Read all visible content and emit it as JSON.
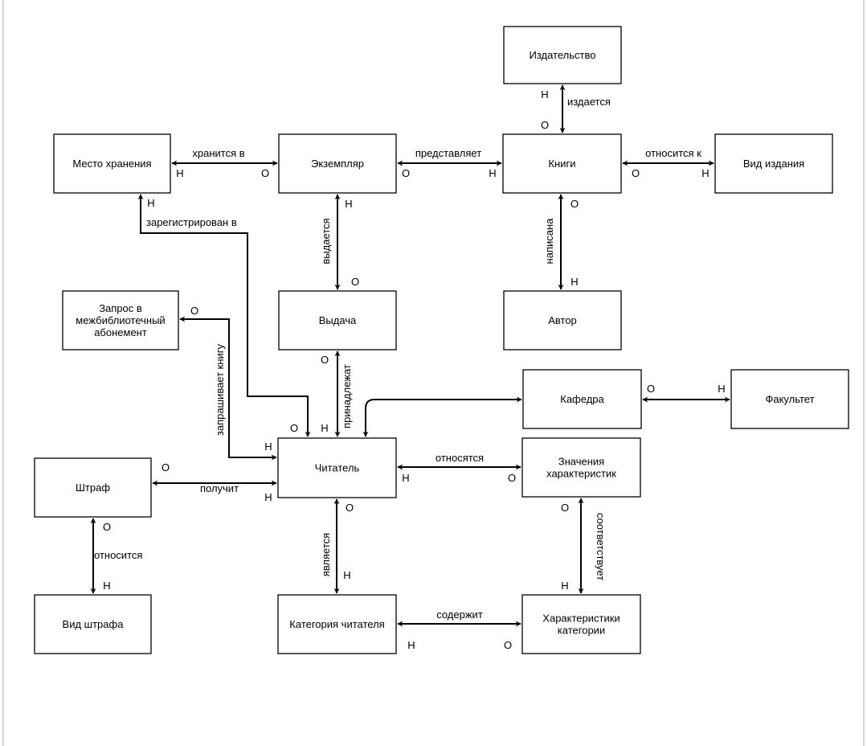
{
  "entities": [
    {
      "id": "izdatelstvo",
      "lines": [
        "Издательство"
      ]
    },
    {
      "id": "mesto",
      "lines": [
        "Место хранения"
      ]
    },
    {
      "id": "ekzemplyar",
      "lines": [
        "Экземпляр"
      ]
    },
    {
      "id": "knigi",
      "lines": [
        "Книги"
      ]
    },
    {
      "id": "vid_izdaniya",
      "lines": [
        "Вид издания"
      ]
    },
    {
      "id": "zapros",
      "lines": [
        "Запрос в",
        "межбиблиотечный",
        "абонемент"
      ]
    },
    {
      "id": "vydacha",
      "lines": [
        "Выдача"
      ]
    },
    {
      "id": "avtor",
      "lines": [
        "Автор"
      ]
    },
    {
      "id": "kafedra",
      "lines": [
        "Кафедра"
      ]
    },
    {
      "id": "fakultet",
      "lines": [
        "Факультет"
      ]
    },
    {
      "id": "shtraf",
      "lines": [
        "Штраф"
      ]
    },
    {
      "id": "chitatel",
      "lines": [
        "Читатель"
      ]
    },
    {
      "id": "znacheniya",
      "lines": [
        "Значения",
        "характеристик"
      ]
    },
    {
      "id": "vid_shtrafa",
      "lines": [
        "Вид штрафа"
      ]
    },
    {
      "id": "kategoriya",
      "lines": [
        "Категория читателя"
      ]
    },
    {
      "id": "harakteristiki",
      "lines": [
        "Характеристики",
        "категории"
      ]
    }
  ],
  "relations": [
    {
      "id": "izdaetsya",
      "label": "издается",
      "end_from": "Н",
      "end_to": "О"
    },
    {
      "id": "hranitsya",
      "label": "хранится в",
      "end_from": "Н",
      "end_to": "О"
    },
    {
      "id": "predstavlyaet",
      "label": "представляет",
      "end_from": "О",
      "end_to": "Н"
    },
    {
      "id": "otnositsya_k",
      "label": "относится к",
      "end_from": "О",
      "end_to": "Н"
    },
    {
      "id": "vydaetsya",
      "label": "выдается",
      "end_from": "Н",
      "end_to": "О"
    },
    {
      "id": "napisana",
      "label": "написана",
      "end_from": "О",
      "end_to": "Н"
    },
    {
      "id": "zaregistrirovan",
      "label": "зарегистрирован в",
      "end_from": "Н",
      "end_to": "О"
    },
    {
      "id": "zaprashivaet",
      "label": "запрашивает книгу",
      "end_from": "О",
      "end_to": "Н"
    },
    {
      "id": "prinadlezhat",
      "label": "принадлежат",
      "end_from": "О",
      "end_to": "Н"
    },
    {
      "id": "kafedra_fakultet",
      "label": "",
      "end_from": "О",
      "end_to": "Н"
    },
    {
      "id": "poluchit",
      "label": "получит",
      "end_from": "О",
      "end_to": "Н"
    },
    {
      "id": "otnosyatsya",
      "label": "относятся",
      "end_from": "Н",
      "end_to": "О"
    },
    {
      "id": "otnositsya",
      "label": "относится",
      "end_from": "О",
      "end_to": "Н"
    },
    {
      "id": "yavlyaetsya",
      "label": "является",
      "end_from": "О",
      "end_to": "Н"
    },
    {
      "id": "sootvetstvuet",
      "label": "соответствует",
      "end_from": "О",
      "end_to": "Н"
    },
    {
      "id": "soderzhit",
      "label": "содержит",
      "end_from": "Н",
      "end_to": "О"
    }
  ]
}
